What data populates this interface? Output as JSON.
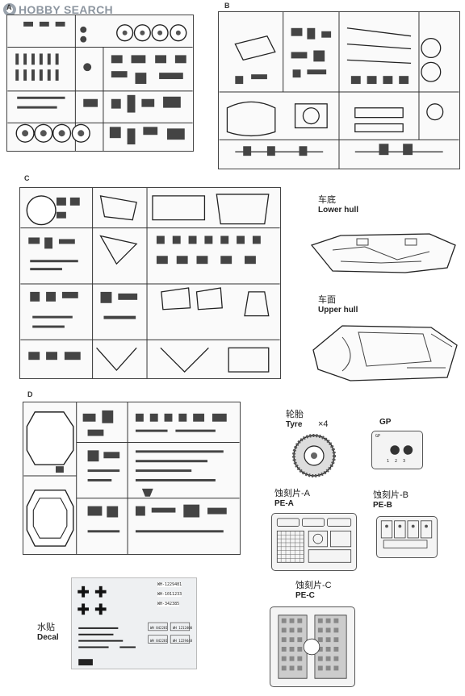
{
  "watermark": {
    "brand": "HOBBY SEARCH",
    "icon": "hobby-search-logo"
  },
  "sprues": {
    "a": {
      "letter": "A"
    },
    "b": {
      "letter": "B"
    },
    "c": {
      "letter": "C"
    },
    "d": {
      "letter": "D"
    }
  },
  "hulls": {
    "lower": {
      "cn": "车底",
      "en": "Lower hull"
    },
    "upper": {
      "cn": "车面",
      "en": "Upper hull"
    }
  },
  "tyre": {
    "cn": "轮胎",
    "en": "Tyre",
    "qty": "×4"
  },
  "gp": {
    "label": "GP",
    "tag": "GP",
    "nums": [
      "1",
      "2",
      "3"
    ]
  },
  "pe_a": {
    "cn": "蚀刻片-A",
    "en": "PE-A"
  },
  "pe_b": {
    "cn": "蚀刻片-B",
    "en": "PE-B"
  },
  "pe_c": {
    "cn": "蚀刻片-C",
    "en": "PE-C"
  },
  "decal": {
    "cn": "水贴",
    "en": "Decal",
    "plates": [
      "WH-1229481",
      "WH-1011233",
      "WH-342385"
    ],
    "small_plates": [
      "WH 842281",
      "WH 1212400",
      "WH 842281",
      "WH 1229448"
    ]
  }
}
